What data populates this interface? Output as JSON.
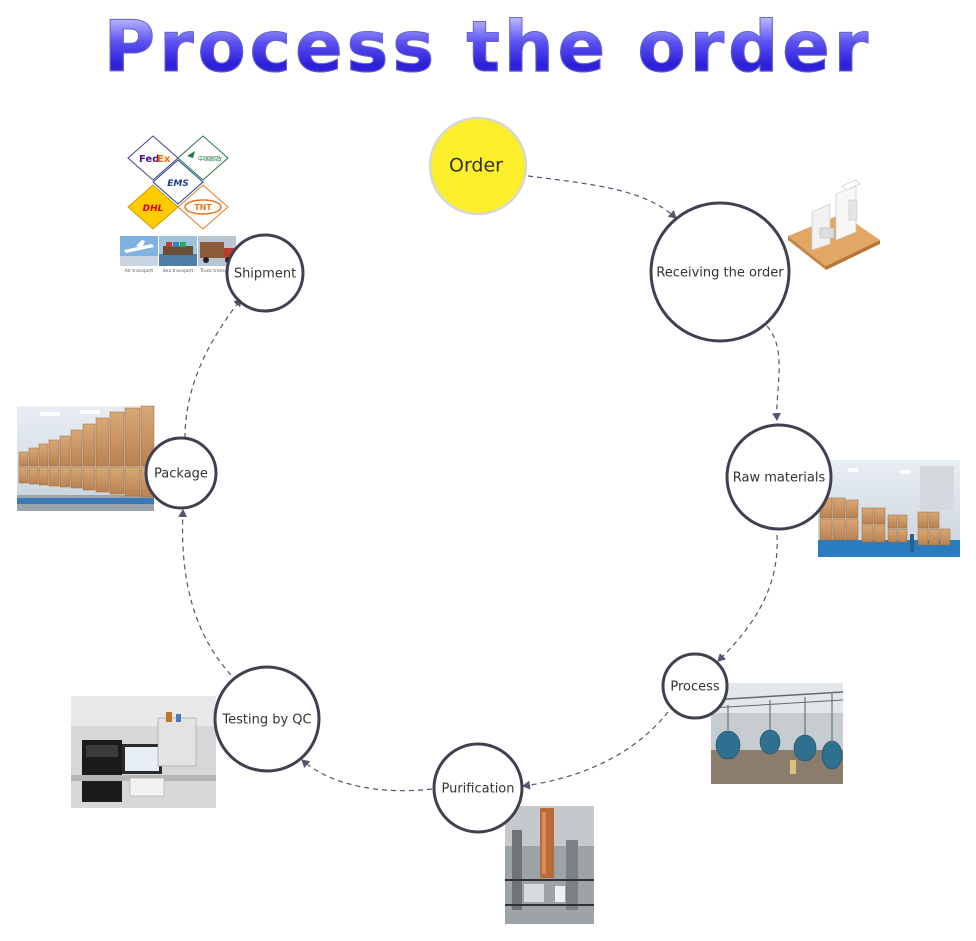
{
  "title": "Process the order",
  "nodes": {
    "order": "Order",
    "receiving": "Receiving the order",
    "raw_materials": "Raw materials",
    "process": "Process",
    "purification": "Purification",
    "testing": "Testing by QC",
    "package": "Package",
    "shipment": "Shipment"
  },
  "carriers": {
    "fedex": "FedEx",
    "chinapost": "中国邮政",
    "ems": "EMS",
    "dhl": "DHL",
    "tnt": "TNT",
    "air": "Air transport",
    "sea": "Sea transport",
    "truck": "Truck transport"
  },
  "colors": {
    "title_blue": "#2b1fd8",
    "order_fill": "#fbee2a",
    "node_stroke": "#404050"
  }
}
